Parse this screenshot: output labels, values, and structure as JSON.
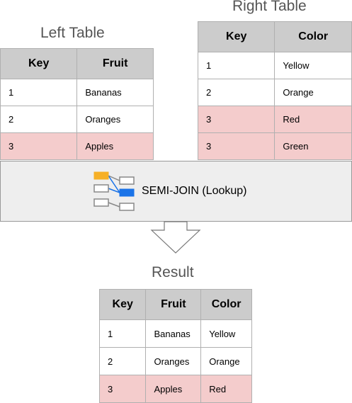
{
  "left_table": {
    "title": "Left Table",
    "headers": [
      "Key",
      "Fruit"
    ],
    "rows": [
      {
        "key": "1",
        "fruit": "Bananas"
      },
      {
        "key": "2",
        "fruit": "Oranges"
      },
      {
        "key": "3",
        "fruit": "Apples"
      }
    ]
  },
  "right_table": {
    "title": "Right Table",
    "headers": [
      "Key",
      "Color"
    ],
    "rows": [
      {
        "key": "1",
        "color": "Yellow"
      },
      {
        "key": "2",
        "color": "Orange"
      },
      {
        "key": "3",
        "color": "Red"
      },
      {
        "key": "3",
        "color": "Green"
      }
    ]
  },
  "operation": {
    "label": "SEMI-JOIN (Lookup)",
    "icon": "join-icon"
  },
  "result": {
    "title": "Result",
    "headers": [
      "Key",
      "Fruit",
      "Color"
    ],
    "rows": [
      {
        "key": "1",
        "fruit": "Bananas",
        "color": "Yellow"
      },
      {
        "key": "2",
        "fruit": "Oranges",
        "color": "Orange"
      },
      {
        "key": "3",
        "fruit": "Apples",
        "color": "Red"
      }
    ]
  },
  "colors": {
    "header_bg": "#cccccc",
    "highlight_row": "#f4cccc",
    "banner_bg": "#eeeeee",
    "icon_orange": "#f6b026",
    "icon_blue": "#1a73e8"
  }
}
